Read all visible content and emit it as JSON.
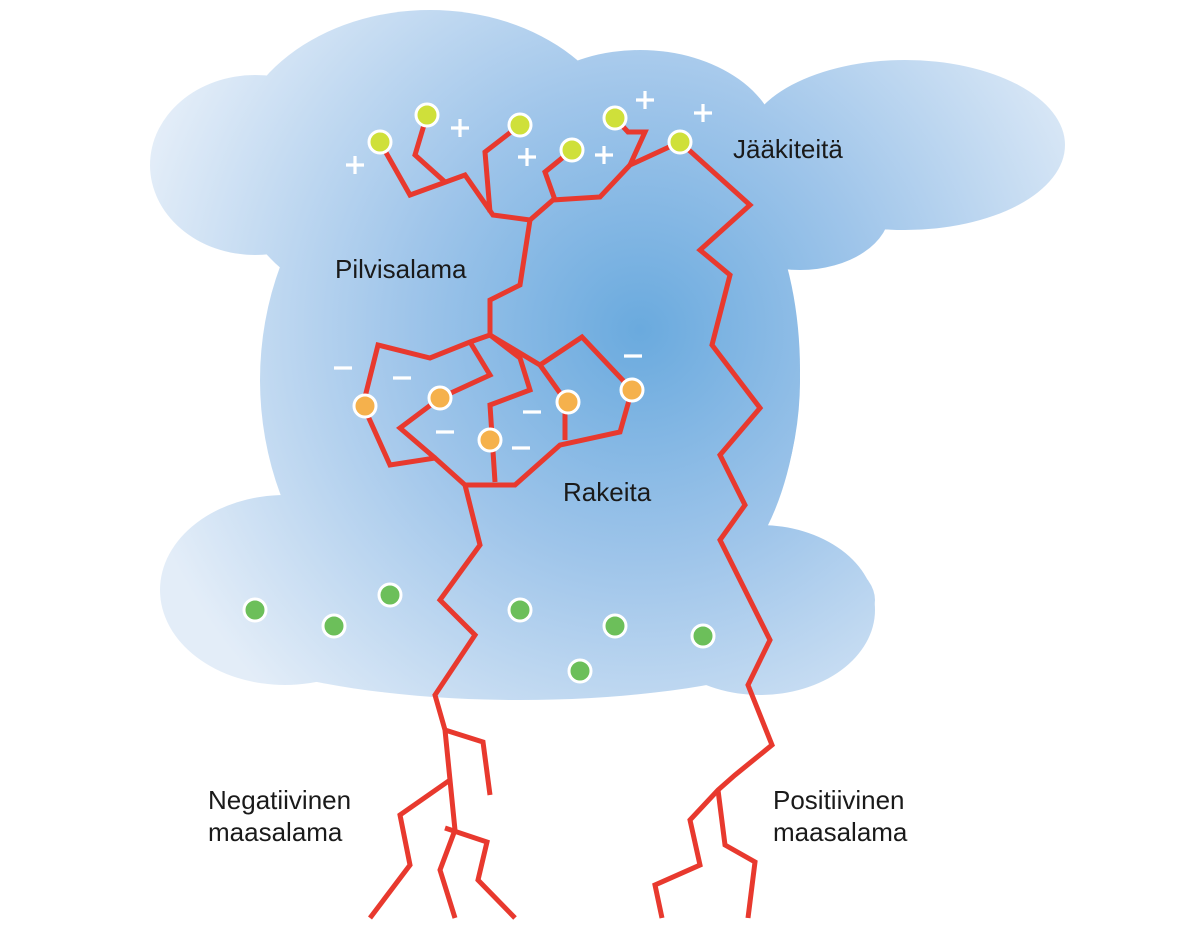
{
  "labels": {
    "ice_crystals": "Jääkiteitä",
    "intracloud": "Pilvisalama",
    "hail": "Rakeita",
    "negative_line1": "Negatiivinen",
    "negative_line2": "maasalama",
    "positive_line1": "Positiivinen",
    "positive_line2": "maasalama"
  },
  "colors": {
    "bolt": "#e8392e",
    "ice_dot": "#cfe03a",
    "hail_dot": "#f5b14c",
    "neutral_dot": "#6cbf5a",
    "cloud_center": "#6aaade",
    "cloud_edge": "#e3edf8"
  }
}
